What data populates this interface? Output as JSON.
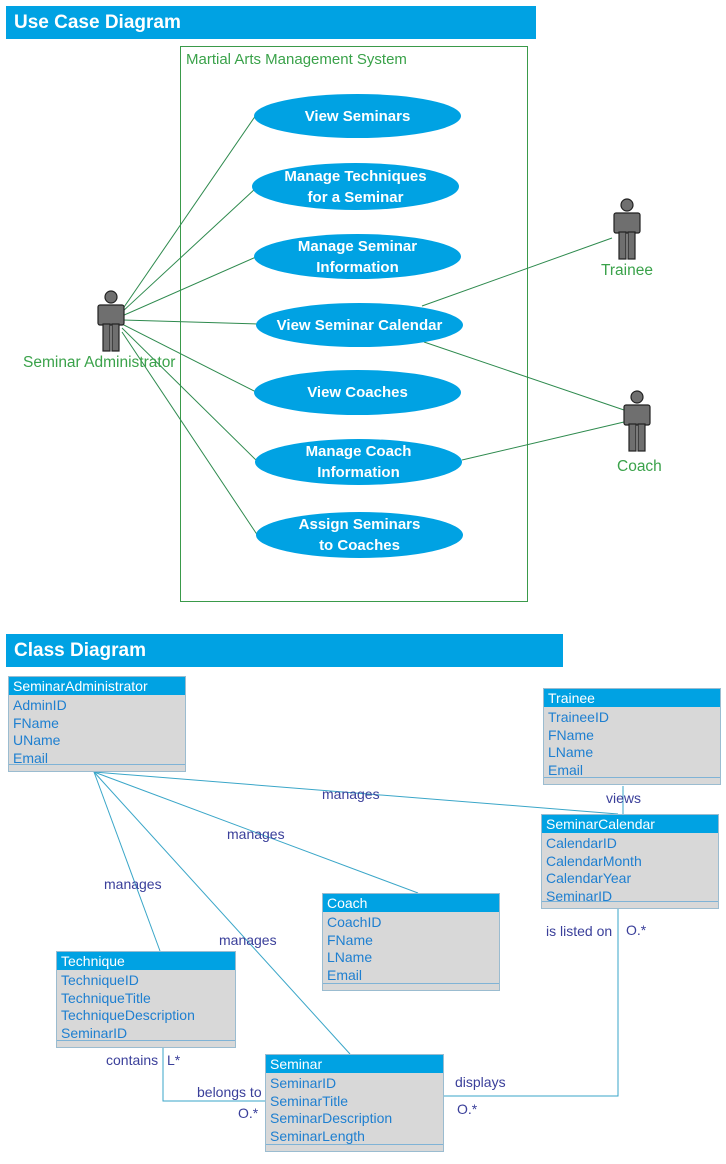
{
  "use_case": {
    "banner": "Use Case Diagram",
    "system_title": "Martial Arts Management System",
    "use_cases": [
      "View Seminars",
      "Manage Techniques\nfor a Seminar",
      "Manage Seminar\nInformation",
      "View Seminar Calendar",
      "View Coaches",
      "Manage Coach\nInformation",
      "Assign Seminars\nto Coaches"
    ],
    "actors": {
      "admin": "Seminar Administrator",
      "trainee": "Trainee",
      "coach": "Coach"
    }
  },
  "class_diagram": {
    "banner": "Class Diagram",
    "classes": {
      "admin": {
        "name": "SeminarAdministrator",
        "attributes": [
          "AdminID",
          "FName",
          "UName",
          "Email"
        ]
      },
      "trainee": {
        "name": "Trainee",
        "attributes": [
          "TraineeID",
          "FName",
          "LName",
          "Email"
        ]
      },
      "calendar": {
        "name": "SeminarCalendar",
        "attributes": [
          "CalendarID",
          "CalendarMonth",
          "CalendarYear",
          "SeminarID"
        ]
      },
      "coach": {
        "name": "Coach",
        "attributes": [
          "CoachID",
          "FName",
          "LName",
          "Email"
        ]
      },
      "technique": {
        "name": "Technique",
        "attributes": [
          "TechniqueID",
          "TechniqueTitle",
          "TechniqueDescription",
          "SeminarID"
        ]
      },
      "seminar": {
        "name": "Seminar",
        "attributes": [
          "SeminarID",
          "SeminarTitle",
          "SeminarDescription",
          "SeminarLength"
        ]
      }
    },
    "relations": {
      "admin_calendar": "manages",
      "admin_coach": "manages",
      "admin_technique": "manages",
      "admin_seminar": "manages",
      "trainee_calendar": "views",
      "calendar_seminar": "is listed on",
      "calendar_mult": "O.*",
      "seminar_calendar": "displays",
      "seminar_calendar_mult": "O.*",
      "technique_contains": "contains",
      "technique_mult": "L*",
      "seminar_belongs": "belongs to",
      "seminar_belongs_mult": "O.*"
    }
  },
  "colors": {
    "banner": "#00a2e3",
    "usecase": "#00a2e3",
    "actor_label": "#3aa24a",
    "line": "#2e8a4e",
    "class_header": "#00a2e3",
    "class_body": "#d8d8d8",
    "attribute_text": "#1e7fd0",
    "relation_text": "#3a3f9a"
  }
}
